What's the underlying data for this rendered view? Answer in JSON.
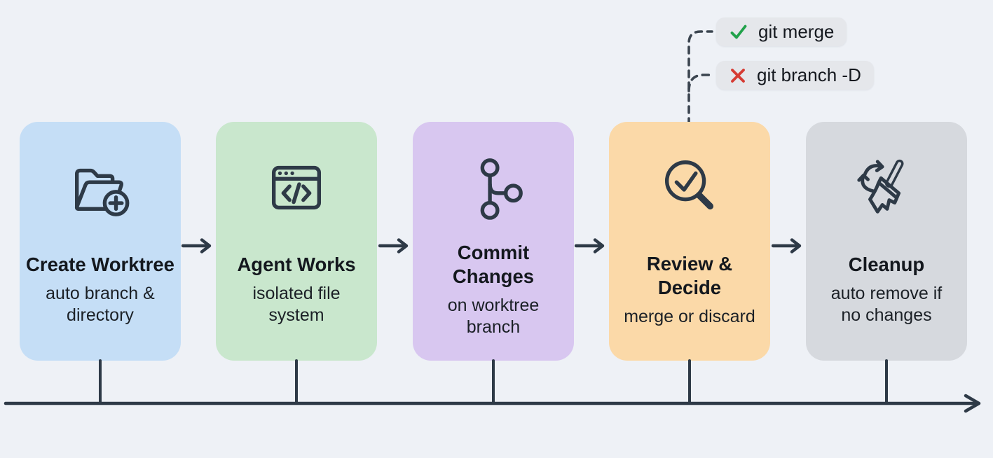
{
  "diagram": {
    "background_color": "#eef1f6",
    "line_color": "#2e3a47",
    "text_color": "#14181e",
    "steps": [
      {
        "title": "Create Worktree",
        "title_lines": [
          "Create Worktree"
        ],
        "subtitle": "auto branch & directory",
        "subtitle_lines": [
          "auto branch &",
          "directory"
        ],
        "color": "#c5def6",
        "icon": "folder-plus-icon"
      },
      {
        "title": "Agent Works",
        "title_lines": [
          "Agent Works"
        ],
        "subtitle": "isolated file system",
        "subtitle_lines": [
          "isolated file",
          "system"
        ],
        "color": "#c9e7cd",
        "icon": "code-window-icon"
      },
      {
        "title": "Commit Changes",
        "title_lines": [
          "Commit",
          "Changes"
        ],
        "subtitle": "on worktree branch",
        "subtitle_lines": [
          "on worktree",
          "branch"
        ],
        "color": "#d8c7f0",
        "icon": "git-branch-icon"
      },
      {
        "title": "Review & Decide",
        "title_lines": [
          "Review &",
          "Decide"
        ],
        "subtitle": "merge or discard",
        "subtitle_lines": [
          "merge or discard"
        ],
        "color": "#fbd9a8",
        "icon": "magnifier-check-icon"
      },
      {
        "title": "Cleanup",
        "title_lines": [
          "Cleanup"
        ],
        "subtitle": "auto remove if no changes",
        "subtitle_lines": [
          "auto remove if",
          "no changes"
        ],
        "color": "#d6d9de",
        "icon": "broom-recycle-icon"
      }
    ],
    "decision_labels": [
      {
        "label": "git merge",
        "icon": "check-icon",
        "icon_color": "#21a24b",
        "bg_color": "#e5e7eb"
      },
      {
        "label": "git branch -D",
        "icon": "x-icon",
        "icon_color": "#d63b33",
        "bg_color": "#e5e7eb"
      }
    ]
  }
}
